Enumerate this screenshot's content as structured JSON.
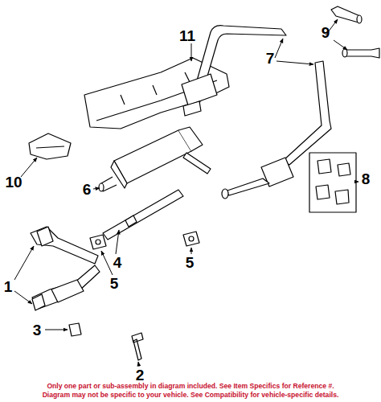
{
  "diagram": {
    "labels": [
      "11",
      "9",
      "7",
      "8",
      "10",
      "6",
      "5",
      "4",
      "5",
      "1",
      "3",
      "2",
      "Only one part or sub-assembly in diagram included. See Item Specifics for Reference #.",
      "Diagram may not be specific to your vehicle. See Compatibility for vehicle-specific details."
    ]
  }
}
